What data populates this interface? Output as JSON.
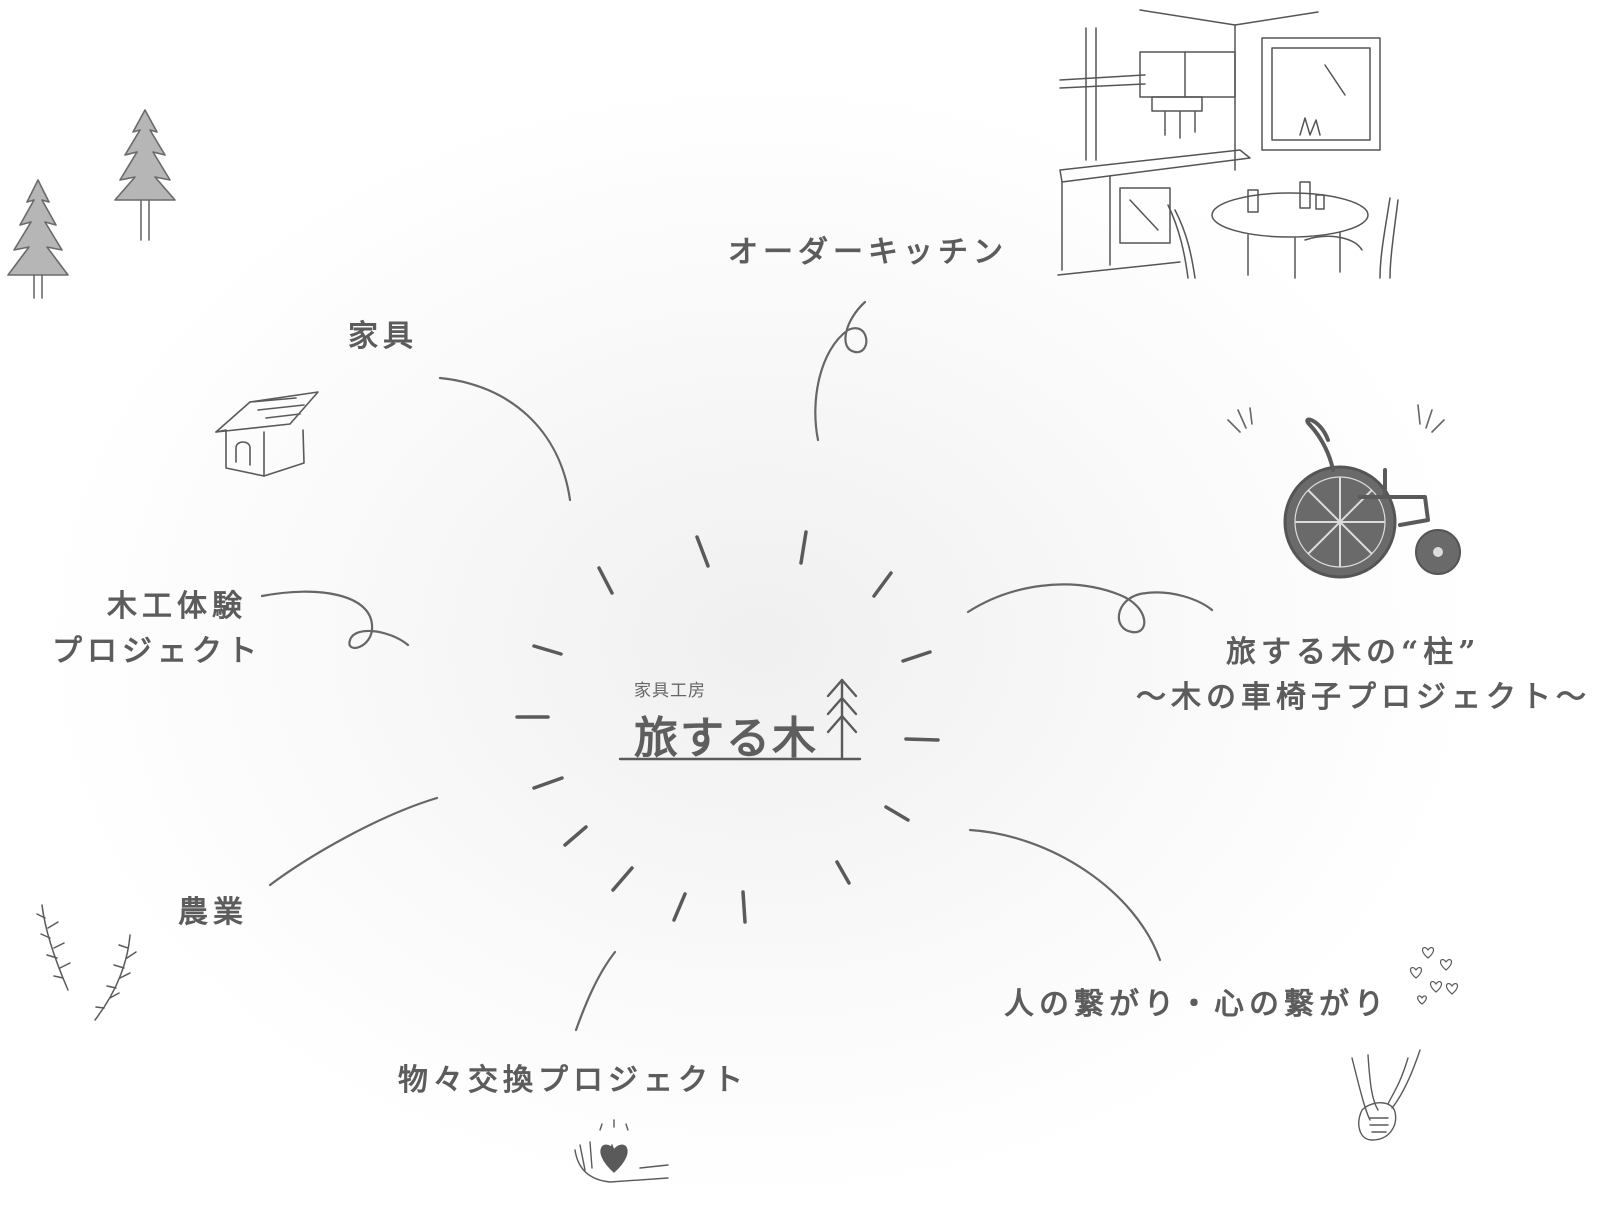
{
  "logo": {
    "subtitle": "家具工房",
    "title": "旅する木"
  },
  "labels": {
    "order_kitchen": "オーダーキッチン",
    "furniture": "家具",
    "woodwork_1": "木工体験",
    "woodwork_2": "プロジェクト",
    "pillar_1": "旅する木の“柱”",
    "pillar_2": "〜木の車椅子プロジェクト〜",
    "farming": "農業",
    "exchange": "物々交換プロジェクト",
    "connections": "人の繋がり・心の繋がり"
  },
  "colors": {
    "ink": "#5c5c5c",
    "background_wash": "#e9e9e9"
  },
  "icons": [
    "pine-trees-icon",
    "kitchen-dining-icon",
    "dog-house-icon",
    "wheelchair-icon",
    "sprouts-icon",
    "hands-heart-icon",
    "holding-hands-icon",
    "hearts-icon",
    "small-tree-logo-icon"
  ]
}
